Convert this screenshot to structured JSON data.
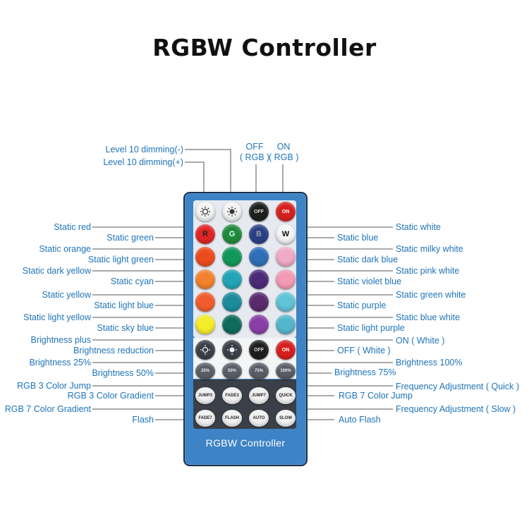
{
  "title": "RGBW Controller",
  "remote_brand": "RGBW Controller",
  "labels": {
    "dim_minus": "Level 10 dimming(-)",
    "dim_plus": "Level 10 dimming(+)",
    "off_rgb": "OFF\n( RGB )",
    "on_rgb": "ON\n( RGB )",
    "static_red": "Static red",
    "static_green": "Static green",
    "static_orange": "Static orange",
    "static_light_green": "Static light green",
    "static_dark_yellow": "Static dark yellow",
    "static_cyan": "Static cyan",
    "static_yellow": "Static yellow",
    "static_light_blue": "Static light blue",
    "static_light_yellow": "Static light yellow",
    "static_sky_blue": "Static sky blue",
    "brightness_plus": "Brightness plus",
    "brightness_reduction": "Brightness reduction",
    "brightness_25": "Brightness 25%",
    "brightness_50": "Brightness 50%",
    "rgb3_jump": "RGB 3 Color Jump",
    "rgb3_gradient": "RGB 3 Color Gradient",
    "rgb7_gradient": "RGB 7 Color Gradient",
    "flash": "Flash",
    "static_white": "Static white",
    "static_blue": "Static blue",
    "static_milky_white": "Static milky white",
    "static_dark_blue": "Static dark blue",
    "static_pink_white": "Static pink white",
    "static_violet_blue": "Static violet blue",
    "static_green_white": "Static green white",
    "static_purple": "Static purple",
    "static_blue_white": "Static blue white",
    "static_light_purple": "Static light purple",
    "on_white": "ON ( White )",
    "off_white": "OFF ( White )",
    "brightness_100": "Brightness 100%",
    "brightness_75": "Brightness 75%",
    "freq_quick": "Frequency Adjustment ( Quick )",
    "rgb7_jump": "RGB 7 Color Jump",
    "freq_slow": "Frequency Adjustment ( Slow )",
    "auto_flash": "Auto Flash"
  },
  "buttons": {
    "r": "R",
    "g": "G",
    "b": "B",
    "w": "W",
    "off": "OFF",
    "on": "ON",
    "b25": "25%",
    "b50": "50%",
    "b75": "75%",
    "b100": "100%",
    "jump3": "JUMP3",
    "fade3": "FADE3",
    "jump7": "JUMP7",
    "quick": "QUICK",
    "fade7": "FADE7",
    "flash": "FLASH",
    "auto": "AUTO",
    "slow": "SLOW"
  },
  "colors": {
    "label": "#1f74b8",
    "remote_body": "#3d83c5",
    "red": "#e02424",
    "green": "#1f8a3a",
    "blue": "#2b3f86",
    "white": "#f5f5f5",
    "orange": "#ec4b1c",
    "light_green": "#12965a",
    "dark_blue": "#2d6fb8",
    "milky_white": "#f0a9c6",
    "dark_yellow": "#f2822e",
    "cyan": "#21a4b6",
    "violet_blue": "#4b2a78",
    "pink_white": "#f39ab6",
    "yellow": "#f15b2c",
    "light_blue": "#1c8c9b",
    "purple": "#5a2a6c",
    "green_white": "#5fc4d8",
    "light_yellow": "#f4ec29",
    "sky_blue": "#0f6a5c",
    "light_purple": "#8a3ea6",
    "blue_white": "#54b6cc"
  }
}
